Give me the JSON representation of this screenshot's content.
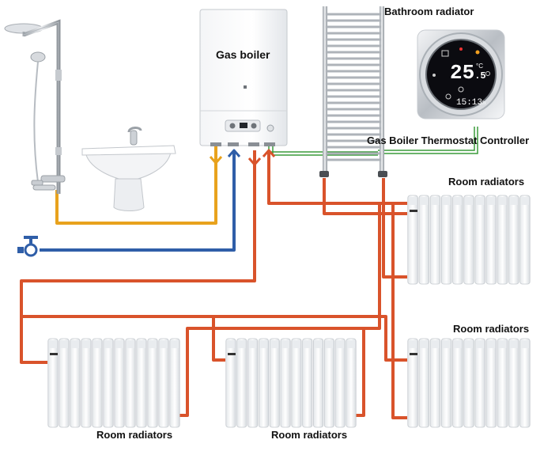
{
  "labels": {
    "bathroom_radiator": "Bathroom radiator",
    "gas_boiler": "Gas boiler",
    "thermostat_controller": "Gas  Boiler Thermostat Controller",
    "room_radiators_top_right": "Room radiators",
    "room_radiators_middle_right": "Room radiators",
    "room_radiators_bottom_left": "Room radiators",
    "room_radiators_bottom_center": "Room radiators"
  },
  "thermostat": {
    "temperature": "25",
    "temperature_decimal": ".5",
    "unit": "°C",
    "time": "15:13",
    "time_suffix": "h"
  },
  "colors": {
    "hot_pipe": "#d9532b",
    "cold_pipe": "#2f5ea8",
    "hot_water_pipe": "#e8a21d",
    "control_wire": "#3a9b3a",
    "thermostat_screen": "#0b0b10",
    "radiator": "#f2f4f6"
  }
}
